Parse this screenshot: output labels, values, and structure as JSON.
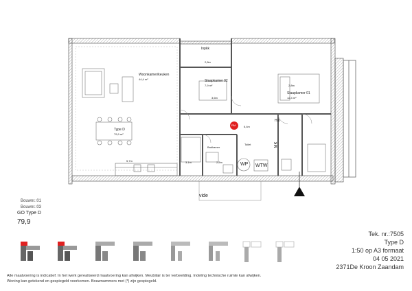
{
  "rooms": {
    "woonkamer": "Woonkamer/keuken",
    "woonkamer_area": "44,4 m²",
    "slaapkamer2": "Slaapkamer 02",
    "slaapkamer2_area": "7,9 m²",
    "slaapkamer1": "Slaapkamer 01",
    "slaapkamer1_area": "12,4 m²",
    "inpakk": "Inpkk",
    "hal": "Hal",
    "badkamer": "Badkamer",
    "toilet": "Toilet",
    "type_d": "Type D",
    "type_d_area": "79,9 m²",
    "wp": "WP",
    "wtw": "WTW",
    "mk": "MK",
    "vide": "vide",
    "red_marker": "RM"
  },
  "dimensions": {
    "d1": "5,7m",
    "d2": "2,8m",
    "d3": "3,6m",
    "d4": "2,8m",
    "d5": "3,1m",
    "d6": "2,8m",
    "d7": "6,4m"
  },
  "left_info": {
    "bouwnr_1": "Bouwnr.:01",
    "bouwnr_2": "Bouwnr.:03",
    "type": "GO Type D",
    "area": "79,9"
  },
  "title_block": {
    "tek_nr": "Tek. nr.:7505",
    "type": "Type D",
    "scale": "1:50 op A3 formaat",
    "date": "04 05 2021",
    "project": "2371De Kroon Zaandam"
  },
  "note": {
    "line1": "Alle maatvoering is indicatief. In het werk gerealiseerd maatvoering kan afwijken. Meubilair is ter verbeelding. Indeling technische ruimte kan afwijken.",
    "line2": "Woning kan getekend en gespiegeld voorkomen. Bouwnummers met (*) zijn gespiegeld."
  },
  "colors": {
    "wall": "#555555",
    "highlight": "#e02020"
  }
}
